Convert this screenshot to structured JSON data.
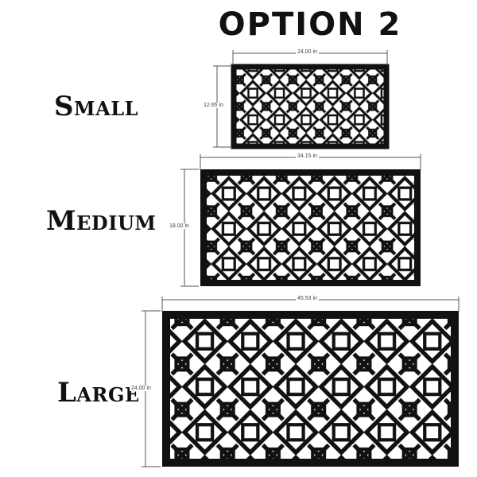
{
  "title": "OPTION 2",
  "panels": [
    {
      "label": "Small",
      "width": "24.00 in",
      "height": "12.65 in"
    },
    {
      "label": "Medium",
      "width": "34.15 in",
      "height": "18.00 in"
    },
    {
      "label": "Large",
      "width": "45.53 in",
      "height": "24.00 in"
    }
  ],
  "colors": {
    "ink": "#111111",
    "dimension_line": "#555555",
    "background": "#ffffff"
  }
}
